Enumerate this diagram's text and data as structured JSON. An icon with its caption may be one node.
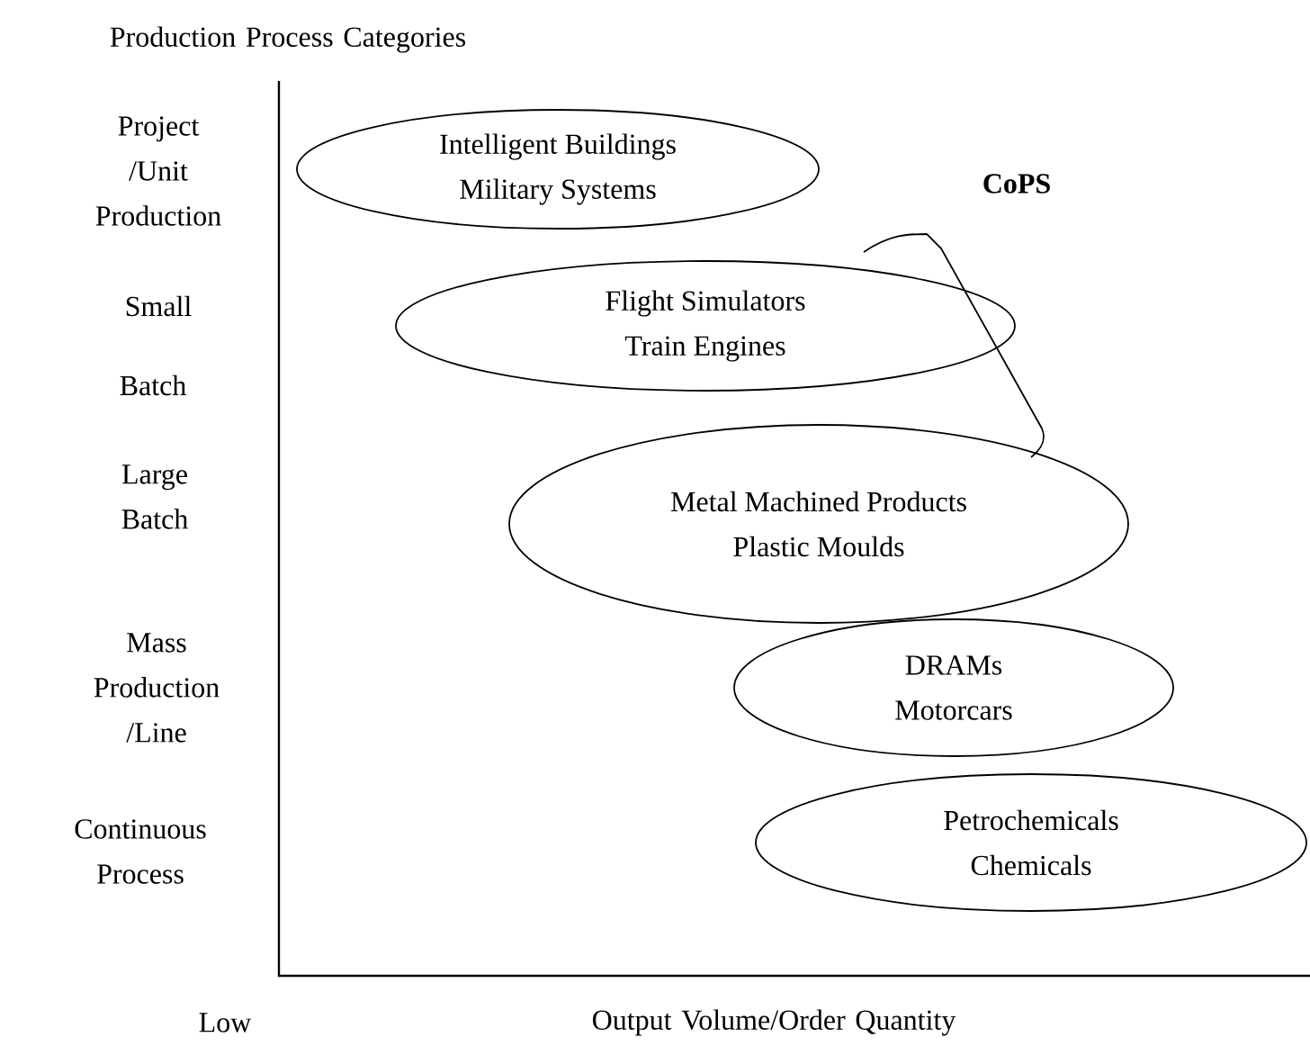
{
  "diagram": {
    "nodes": [
      {
        "text": [
          "Intelligent Buildings",
          "Military Systems"
        ]
      },
      {
        "text": [
          "Flight Simulators",
          "Train Engines"
        ]
      },
      {
        "text": [
          "Metal Machined Products",
          "Plastic Moulds"
        ]
      },
      {
        "text": [
          "DRAMs",
          "Motorcars"
        ]
      },
      {
        "text": [
          "Petrochemicals",
          "Chemicals"
        ]
      }
    ],
    "labels": [
      "Production Process Categories",
      "Project /Unit Production",
      "CoPS",
      "Small",
      "Batch",
      "Large Batch",
      "Mass Production /Line",
      "Continuous Process",
      "Low",
      "Output Volume/Order Quantity"
    ]
  }
}
